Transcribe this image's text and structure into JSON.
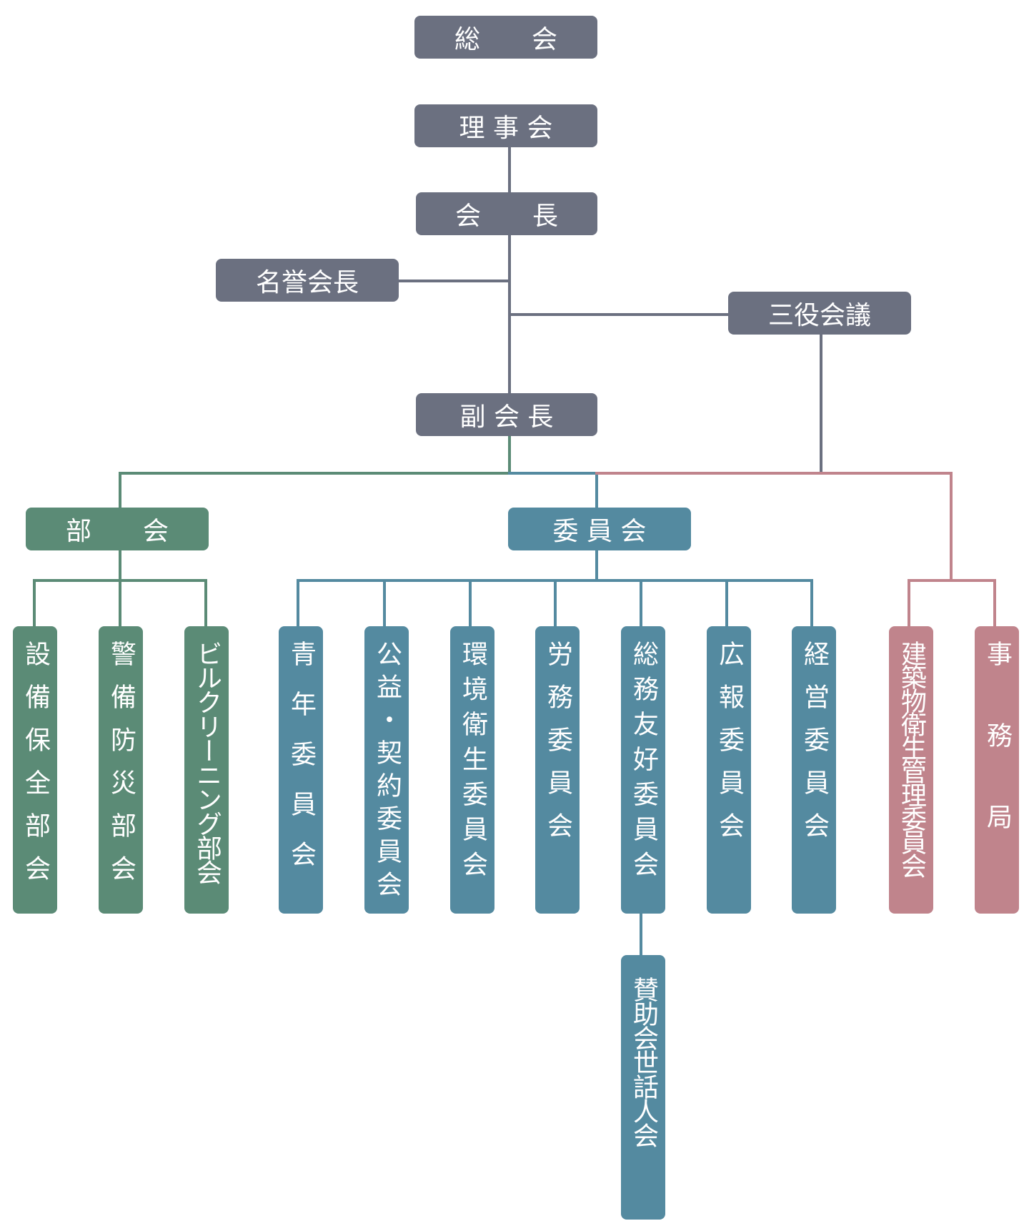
{
  "colors": {
    "leadership": "#6b7080",
    "bukai": "#5b8b76",
    "iinkai": "#548aa0",
    "office": "#c0848c"
  },
  "leadership": {
    "soukai": "総　　会",
    "rijikai": "理 事 会",
    "kaicho": "会　　長",
    "meiyo_kaicho": "名誉会長",
    "sanyaku_kaigi": "三役会議",
    "fuku_kaicho": "副 会 長"
  },
  "branches": {
    "bukai": "部　　会",
    "iinkai": "委 員 会"
  },
  "bukai_items": [
    "設備保全部会",
    "警備防災部会",
    "ビルクリーニング部会"
  ],
  "iinkai_items": [
    "青年委員会",
    "公益・契約委員会",
    "環境衛生委員会",
    "労務委員会",
    "総務友好委員会",
    "広報委員会",
    "経営委員会"
  ],
  "office_items": [
    "建築物衛生管理委員会",
    "事務局"
  ],
  "sub": {
    "sanjo_sewanin": "賛助会世話人会"
  }
}
